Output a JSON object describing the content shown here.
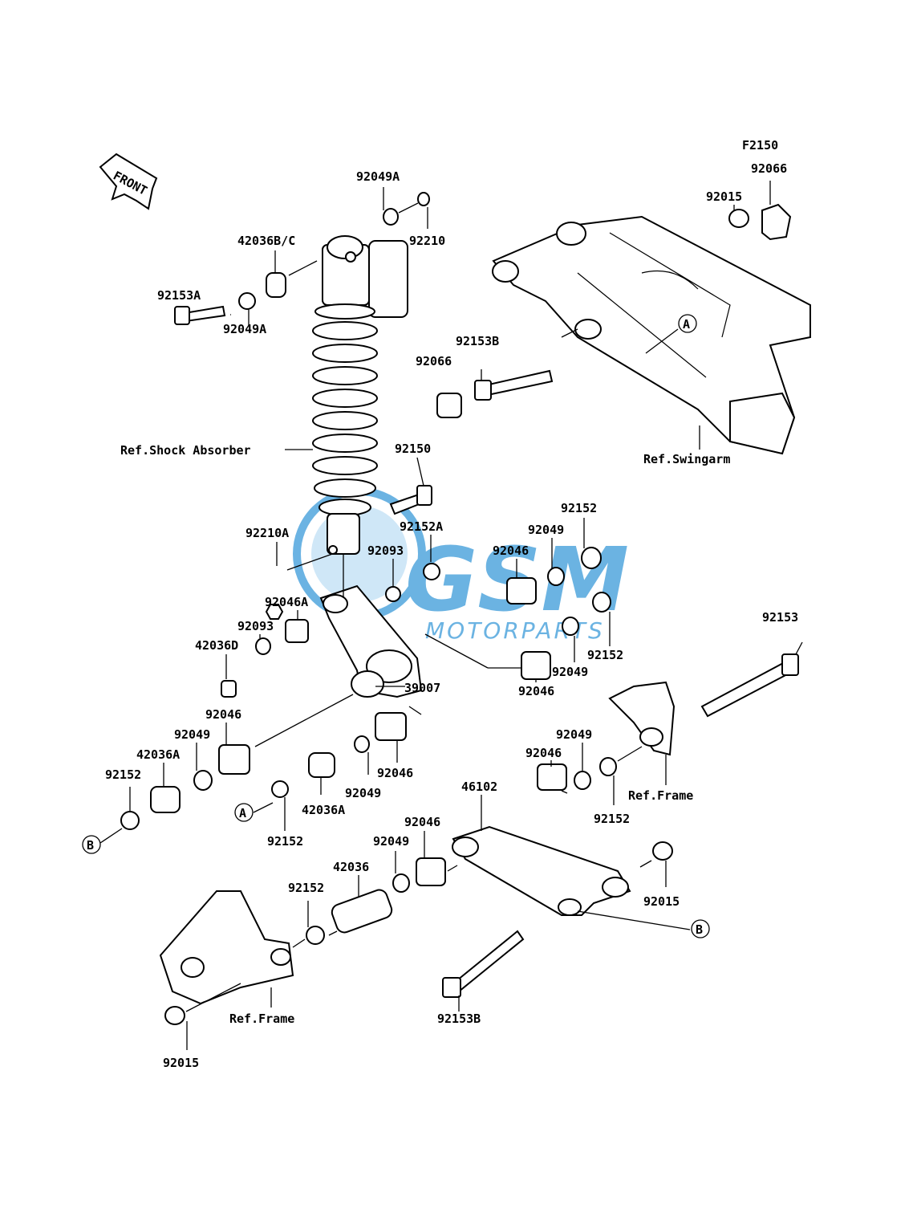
{
  "figure_code": "F2150",
  "front_label": "FRONT",
  "watermark": {
    "brand": "GSM",
    "sub": "MOTORPARTS",
    "color": "#3a9ad9"
  },
  "labels": {
    "l92049A_top": "92049A",
    "l92210": "92210",
    "l42036BC": "42036B/C",
    "l92153A": "92153A",
    "l92049A_left": "92049A",
    "l92066_top": "92066",
    "l92015_top": "92015",
    "l92153B_top": "92153B",
    "l92066_mid": "92066",
    "ref_shock": "Ref.Shock Absorber",
    "ref_swingarm": "Ref.Swingarm",
    "l92150": "92150",
    "l92152_r1": "92152",
    "l92210A": "92210A",
    "l92152A": "92152A",
    "l92049_r1": "92049",
    "l92093_a": "92093",
    "l92046_r1": "92046",
    "l92046A": "92046A",
    "l92093_b": "92093",
    "l42036D": "42036D",
    "l92153": "92153",
    "l92152_r2": "92152",
    "l92049_r2": "92049",
    "l39007": "39007",
    "l92046_r2": "92046",
    "l92046_l1": "92046",
    "l92049_l1": "92049",
    "l42036A_l": "42036A",
    "l92152_l": "92152",
    "l92049_r3": "92049",
    "l92046_r3": "92046",
    "l92046_c": "92046",
    "l92049_c": "92049",
    "l42036A_c": "42036A",
    "l92152_c": "92152",
    "ref_frame_r": "Ref.Frame",
    "l92152_r3": "92152",
    "l46102": "46102",
    "l92046_b": "92046",
    "l92049_b": "92049",
    "l42036": "42036",
    "l92152_b": "92152",
    "l92015_r": "92015",
    "l92153B_b": "92153B",
    "ref_frame_l": "Ref.Frame",
    "l92015_b": "92015",
    "callout_A": "A",
    "callout_B": "B"
  }
}
